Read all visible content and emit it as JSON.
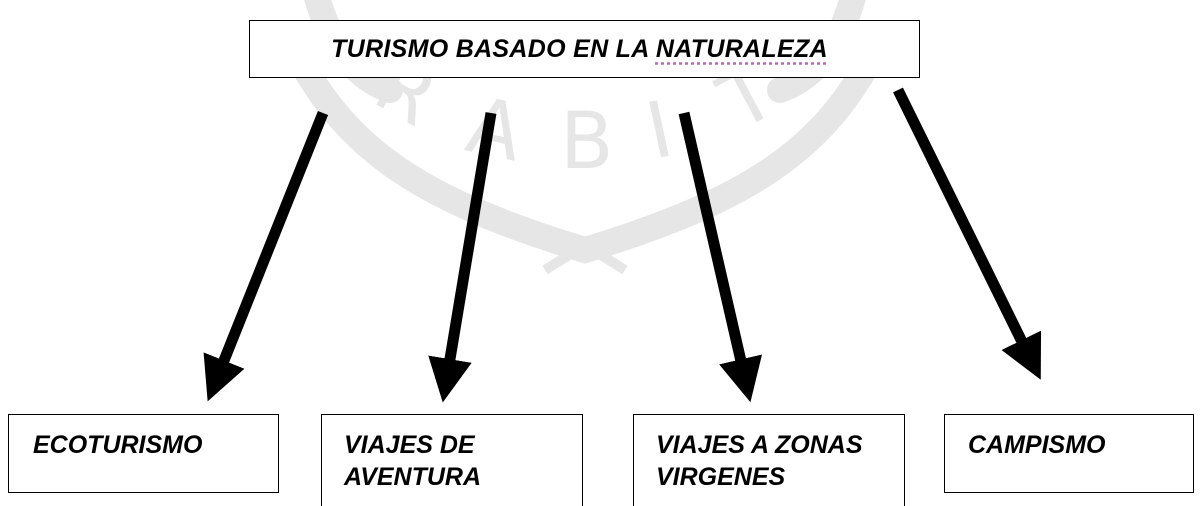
{
  "diagram": {
    "top_node": {
      "text_main": "TURISMO BASADO EN LA ",
      "text_underlined": "NATURALEZA"
    },
    "children": [
      {
        "line1": "ECOTURISMO",
        "line2": ""
      },
      {
        "line1": "VIAJES DE",
        "line2": "AVENTURA"
      },
      {
        "line1": "VIAJES A ZONAS",
        "line2": "VIRGENES"
      },
      {
        "line1": "CAMPISMO",
        "line2": ""
      }
    ],
    "watermark": {
      "letters": "RABIT",
      "color": "#e6e6e6"
    },
    "arrow_color": "#000000"
  }
}
